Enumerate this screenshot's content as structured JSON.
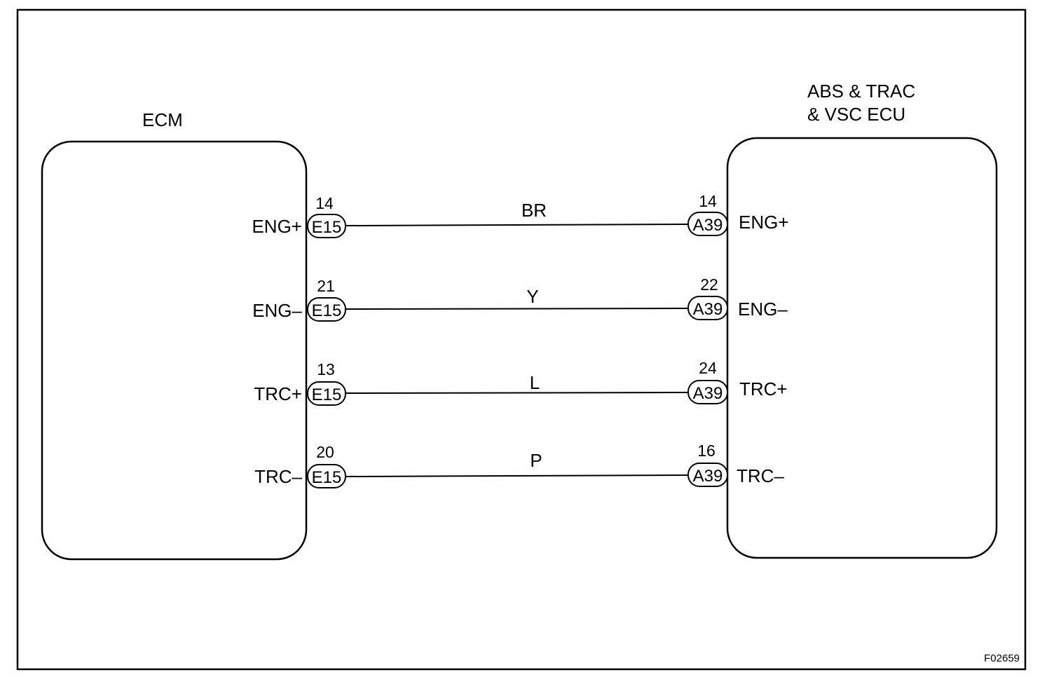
{
  "diagram_id": "F02659",
  "left_unit": {
    "title": "ECM",
    "connector": "E15"
  },
  "right_unit": {
    "title_line1": "ABS & TRAC",
    "title_line2": "& VSC ECU",
    "connector": "A39"
  },
  "wires": [
    {
      "signal_left": "ENG+",
      "signal_right": "ENG+",
      "left_pin": "14",
      "right_pin": "14",
      "wire_color": "BR"
    },
    {
      "signal_left": "ENG–",
      "signal_right": "ENG–",
      "left_pin": "21",
      "right_pin": "22",
      "wire_color": "Y"
    },
    {
      "signal_left": "TRC+",
      "signal_right": "TRC+",
      "left_pin": "13",
      "right_pin": "24",
      "wire_color": "L"
    },
    {
      "signal_left": "TRC–",
      "signal_right": "TRC–",
      "left_pin": "20",
      "right_pin": "16",
      "wire_color": "P"
    }
  ]
}
